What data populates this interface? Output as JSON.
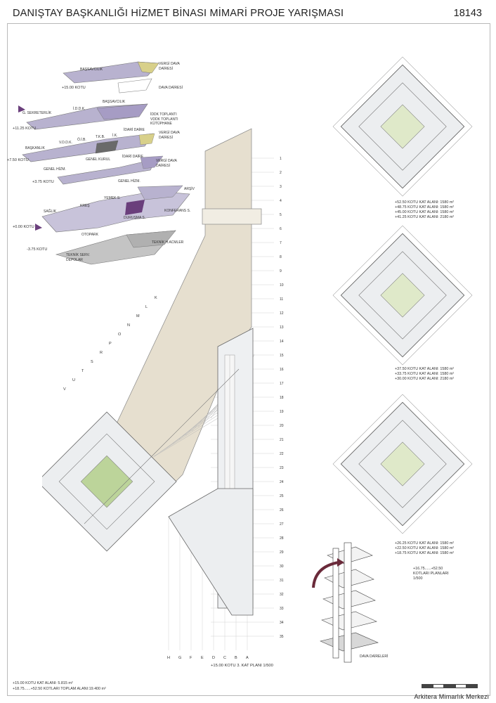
{
  "header": {
    "title": "DANIŞTAY BAŞKANLIĞI HİZMET BİNASI MİMARİ PROJE YARIŞMASI",
    "number": "18143"
  },
  "axo_labels": {
    "kotu_15": "+15.00 KOTU",
    "kotu_1125": "+11.25 KOTU",
    "kotu_750": "+7.50 KOTU",
    "kotu_375": "+3.75 KOTU",
    "kotu_000": "+0.00 KOTU",
    "kotu_m375": "-3.75 KOTU",
    "baskanlik_top": "BAŞSAVCILIK",
    "vergi_1": "VERGİ DAVA DAİRESİ",
    "dava_dairesi": "DAVA DAİRESİ",
    "g_sekreterlik": "G. SEKRETERLİK",
    "idok": "İ.D.D.K.",
    "bassavcilik_2": "BAŞSAVCILIK",
    "idok_top": "İDDK TOPLANTI VDDK TOPLANTI KÜTÜPHANE",
    "baskanlik": "BAŞKANLIK",
    "vddk": "V.D.D.K.",
    "oib": "Ö.İ.B.",
    "tkb": "T.K.B.",
    "ik": "İ.K.",
    "idari_daire": "İDARİ DAİRE",
    "vergi_2": "VERGİ DAVA DAİRESİ",
    "genel_kurul": "GENEL KURUL",
    "idari_daire_2": "İDARİ DAİRE",
    "genel_hizm": "GENEL HİZM.",
    "vergi_3": "VERGİ DAVA DAİRESİ",
    "genel_hizm_2": "GENEL HİZM.",
    "arsiv": "ARŞİV",
    "yemek": "YEMEK S.",
    "kres": "KREŞ",
    "saglik": "SAĞLIK",
    "durusma": "DURUŞMA S.",
    "konferans": "KONFERANS S.",
    "otopark": "OTOPARK",
    "teknik": "TEKNİK H.ACMLER",
    "teknik_serv": "TEKNİK SERV. DEPOLAR"
  },
  "plan_titles": {
    "main": "+15.00 KOTU 3. KAT PLANI 1/500",
    "small_planlari": "+16.75......+52.50 KOTLARI PLANLARI 1/500",
    "dava_daireleri": "DAVA DAİRELERİ"
  },
  "kat_alani": {
    "group1": [
      "+52.50 KOTU KAT ALANI: 1580 m²",
      "+48.75 KOTU KAT ALANI: 1580 m²",
      "+45.00 KOTU KAT ALANI: 1580 m²",
      "+41.25 KOTU KAT ALANI: 2180 m²"
    ],
    "group2": [
      "+37.50 KOTU KAT ALANI: 1580 m²",
      "+33.75 KOTU KAT ALANI: 1580 m²",
      "+30.00 KOTU KAT ALANI: 2180 m²"
    ],
    "group3": [
      "+26.25 KOTU KAT ALANI: 1580 m²",
      "+22.50 KOTU KAT ALANI: 1580 m²",
      "+18.75 KOTU KAT ALANI: 1580 m²"
    ]
  },
  "grid_numbers": [
    "1",
    "2",
    "3",
    "4",
    "5",
    "6",
    "7",
    "8",
    "9",
    "10",
    "11",
    "12",
    "13",
    "14",
    "15",
    "16",
    "17",
    "18",
    "19",
    "20",
    "21",
    "22",
    "23",
    "24",
    "25",
    "26",
    "27",
    "28",
    "29",
    "30",
    "31",
    "32",
    "33",
    "34",
    "35"
  ],
  "grid_letters": [
    "H",
    "G",
    "F",
    "E",
    "D",
    "C",
    "B",
    "A"
  ],
  "diag_letters": [
    "V",
    "U",
    "T",
    "S",
    "R",
    "P",
    "O",
    "N",
    "M",
    "L",
    "K"
  ],
  "footer": {
    "line1": "+15.00 KOTU  KAT ALANI: 5.815 m²",
    "line2": "+18.75......+52.50 KOTLARI TOPLAM ALANI:19.400 m²"
  },
  "brand": "Arkitera Mimarlık Merkezi",
  "colors": {
    "slab": "#b8b2cf",
    "purple": "#6a3f7c",
    "yellow": "#d8d08a",
    "green": "#bcd49a",
    "tower": "#e6dfcf"
  }
}
